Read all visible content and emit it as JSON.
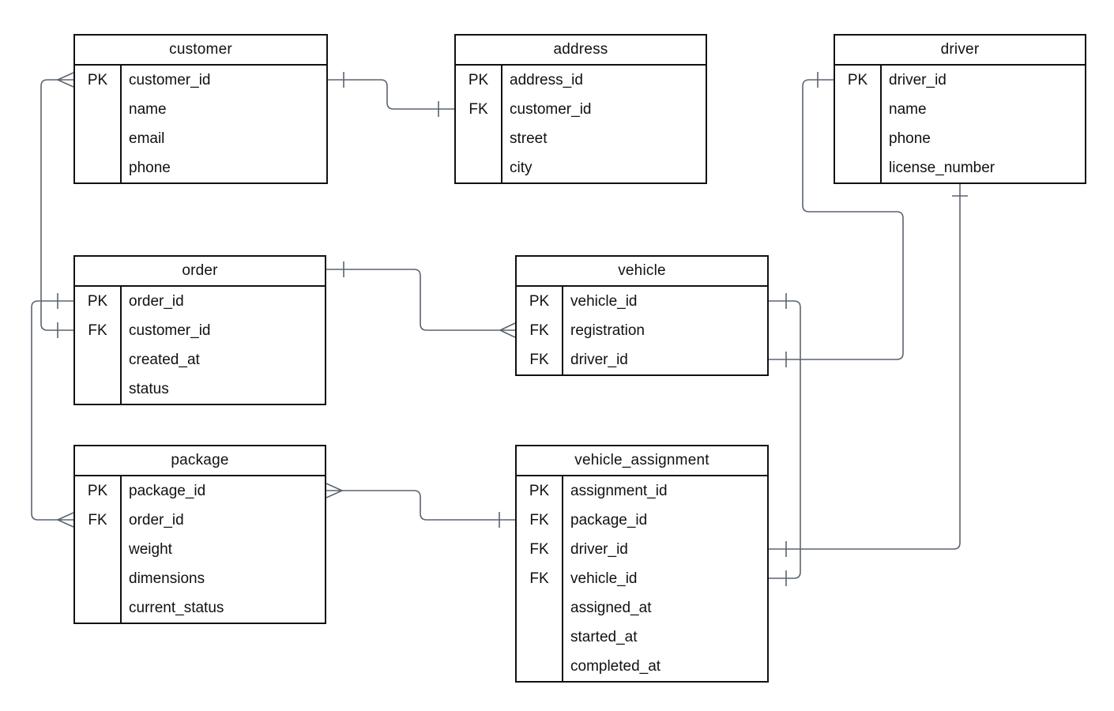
{
  "diagram": {
    "kind": "entity-relationship-diagram",
    "background_color": "#ffffff",
    "entity_border_color": "#111111",
    "connector_color": "#5b6470",
    "text_color": "#111111"
  },
  "tables": [
    {
      "title": "customer",
      "rows": [
        {
          "key": "PK",
          "name": "customer_id"
        },
        {
          "key": "",
          "name": "name"
        },
        {
          "key": "",
          "name": "email"
        },
        {
          "key": "",
          "name": "phone"
        }
      ]
    },
    {
      "title": "address",
      "rows": [
        {
          "key": "PK",
          "name": "address_id"
        },
        {
          "key": "FK",
          "name": "customer_id"
        },
        {
          "key": "",
          "name": "street"
        },
        {
          "key": "",
          "name": "city"
        }
      ]
    },
    {
      "title": "driver",
      "rows": [
        {
          "key": "PK",
          "name": "driver_id"
        },
        {
          "key": "",
          "name": "name"
        },
        {
          "key": "",
          "name": "phone"
        },
        {
          "key": "",
          "name": "license_number"
        }
      ]
    },
    {
      "title": "order",
      "rows": [
        {
          "key": "PK",
          "name": "order_id"
        },
        {
          "key": "FK",
          "name": "customer_id"
        },
        {
          "key": "",
          "name": "created_at"
        },
        {
          "key": "",
          "name": "status"
        }
      ]
    },
    {
      "title": "vehicle",
      "rows": [
        {
          "key": "PK",
          "name": "vehicle_id"
        },
        {
          "key": "FK",
          "name": "registration"
        },
        {
          "key": "FK",
          "name": "driver_id"
        }
      ]
    },
    {
      "title": "package",
      "rows": [
        {
          "key": "PK",
          "name": "package_id"
        },
        {
          "key": "FK",
          "name": "order_id"
        },
        {
          "key": "",
          "name": "weight"
        },
        {
          "key": "",
          "name": "dimensions"
        },
        {
          "key": "",
          "name": "current_status"
        }
      ]
    },
    {
      "title": "vehicle_assignment",
      "rows": [
        {
          "key": "PK",
          "name": "assignment_id"
        },
        {
          "key": "FK",
          "name": "package_id"
        },
        {
          "key": "FK",
          "name": "driver_id"
        },
        {
          "key": "FK",
          "name": "vehicle_id"
        },
        {
          "key": "",
          "name": "assigned_at"
        },
        {
          "key": "",
          "name": "started_at"
        },
        {
          "key": "",
          "name": "completed_at"
        }
      ]
    }
  ],
  "relationships": [
    {
      "from": "customer.customer_id",
      "to": "order.customer_id",
      "from_marker": "many",
      "to_marker": "one"
    },
    {
      "from": "order.order_id",
      "to": "package.order_id",
      "from_marker": "one",
      "to_marker": "many"
    },
    {
      "from": "customer.customer_id",
      "to": "address.customer_id",
      "from_marker": "one",
      "to_marker": "one"
    },
    {
      "from": "order",
      "to": "vehicle.registration",
      "from_marker": "one",
      "to_marker": "many"
    },
    {
      "from": "package.package_id",
      "to": "vehicle_assignment.package_id",
      "from_marker": "many",
      "to_marker": "one"
    },
    {
      "from": "driver.driver_id",
      "to": "vehicle.driver_id",
      "from_marker": "one",
      "to_marker": "one"
    },
    {
      "from": "vehicle.vehicle_id",
      "to": "vehicle_assignment.vehicle_id",
      "from_marker": "one",
      "to_marker": "one"
    },
    {
      "from": "driver",
      "to": "vehicle_assignment.driver_id",
      "from_marker": "one",
      "to_marker": "one"
    }
  ]
}
